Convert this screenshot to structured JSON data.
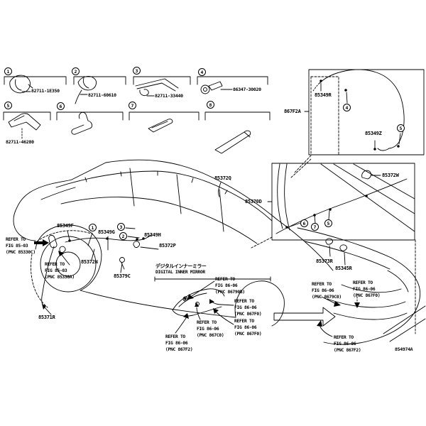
{
  "parts_grid": {
    "callouts": {
      "n1": "1",
      "n2": "2",
      "n3": "3",
      "n4": "4",
      "n5": "5",
      "n6": "6",
      "n7": "7",
      "n8": "8"
    },
    "parts": {
      "p1": "82711-1E350",
      "p2": "82711-60610",
      "p3": "82711-33440",
      "p4": "86347-30020",
      "p5": "82711-46280"
    }
  },
  "codes": {
    "c85372Q": "85372Q",
    "c85370D": "85370D",
    "c867F2A": "867F2A",
    "c85349R": "85349R",
    "c85349Z": "85349Z",
    "c85372W": "85372W",
    "c85349F": "85349F",
    "c85349G": "85349G",
    "c85349H": "85349H",
    "c85372N": "85372N",
    "c85372P": "85372P",
    "c85379C": "85379C",
    "c85371R": "85371R",
    "c85373R": "85373R",
    "c85345R": "85345R"
  },
  "main_callouts": {
    "m1": "1",
    "m2": "2",
    "m3": "3",
    "t4": "4",
    "t5": "5",
    "i5": "5",
    "i6": "6",
    "i7": "7"
  },
  "refs": [
    {
      "l1": "REFER TO",
      "l2": "FIG 85-03",
      "l3": "(PNC 85330C)"
    },
    {
      "l1": "REFER TO",
      "l2": "FIG 85-03",
      "l3": "(PNC 85330A)"
    },
    {
      "l1": "REFER TO",
      "l2": "FIG 86-06",
      "l3": "(PNC 86790B)"
    },
    {
      "l1": "REFER TO",
      "l2": "FIG 86-06",
      "l3": "(PNC 867F0)"
    },
    {
      "l1": "REFER TO",
      "l2": "FIG 86-06",
      "l3": "(PNC 867F0)"
    },
    {
      "l1": "REFER TO",
      "l2": "FIG 86-06",
      "l3": "(PNC 867C0)"
    },
    {
      "l1": "REFER TO",
      "l2": "FIG 86-06",
      "l3": "(PNC 867F2)"
    },
    {
      "l1": "REFER TO",
      "l2": "FIG 86-06",
      "l3": "(PNC 8679C0)"
    },
    {
      "l1": "REFER TO",
      "l2": "FIG 86-06",
      "l3": "(PNC 867F0)"
    },
    {
      "l1": "REFER TO",
      "l2": "FIG 86-06",
      "l3": "(PNC 867F2)"
    }
  ],
  "mirror": {
    "jp": "デジタルインナーミラー",
    "en": "DIGITAL INNER MIRROR"
  },
  "footer": {
    "code": "854974A"
  },
  "colors": {
    "line": "#000000",
    "bg": "#ffffff"
  }
}
